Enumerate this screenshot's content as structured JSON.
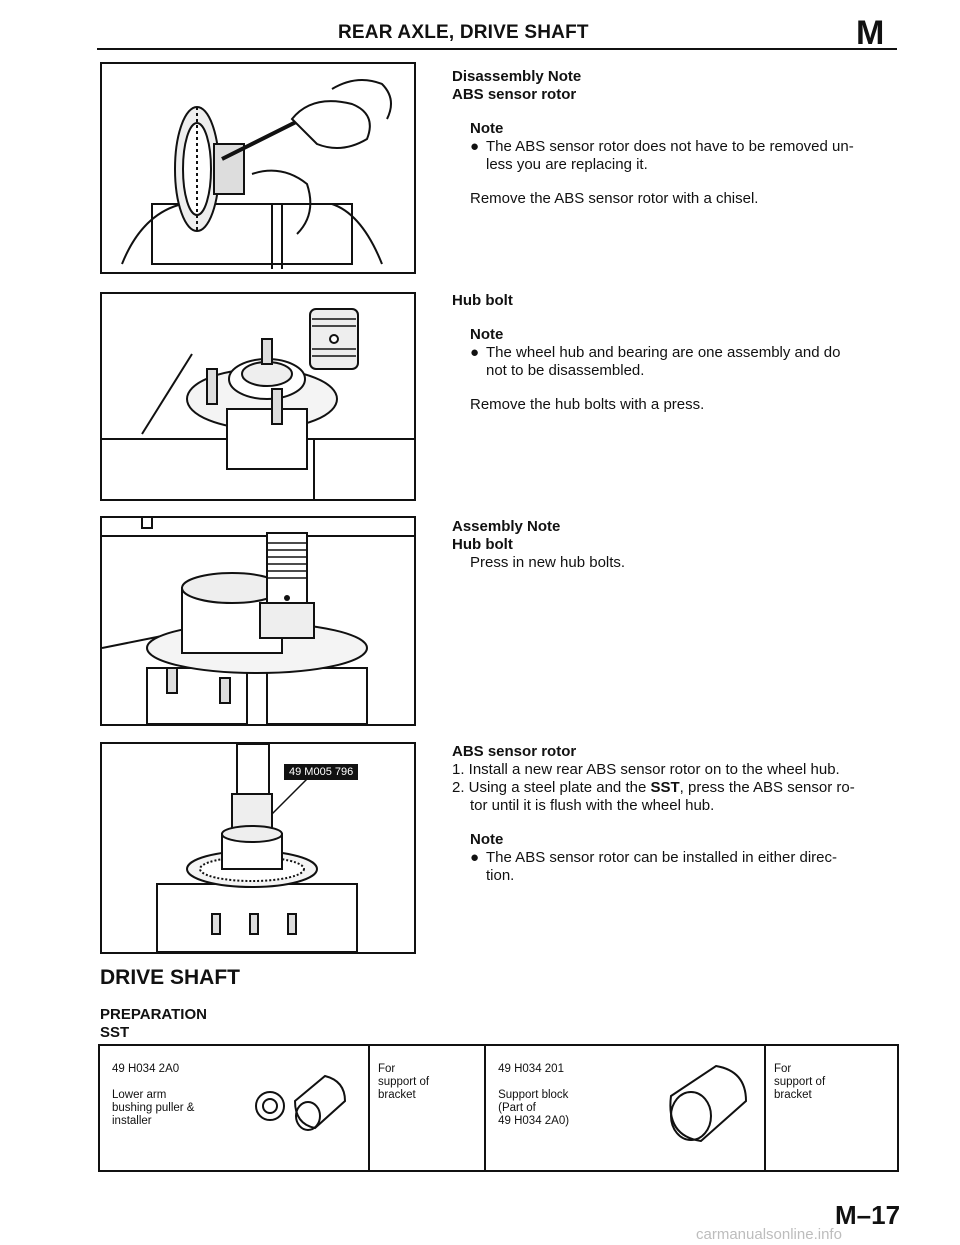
{
  "header": {
    "title": "REAR AXLE, DRIVE SHAFT",
    "section_letter": "M"
  },
  "disassembly": {
    "heading": "Disassembly Note",
    "subheading": "ABS sensor rotor",
    "note_label": "Note",
    "note_text_1": "The ABS sensor rotor does not have to be removed un-",
    "note_text_2": "less you are replacing it.",
    "body": "Remove the ABS sensor rotor with a chisel."
  },
  "hub_bolt": {
    "heading": "Hub bolt",
    "note_label": "Note",
    "note_text_1": "The wheel hub and bearing are one assembly and do",
    "note_text_2": "not to be disassembled.",
    "body": "Remove the hub bolts with a press."
  },
  "assembly": {
    "heading": "Assembly Note",
    "subheading": "Hub bolt",
    "body": "Press in new hub bolts."
  },
  "abs_install": {
    "heading": "ABS sensor rotor",
    "step_1": "1. Install a new rear ABS sensor rotor on to the wheel hub.",
    "step_2_a": "2. Using a steel plate and the ",
    "step_2_sst": "SST",
    "step_2_b": ", press the ABS sensor ro-",
    "step_2_c": "tor until it is flush with the wheel hub.",
    "note_label": "Note",
    "note_text_1": "The ABS sensor rotor can be installed in either direc-",
    "note_text_2": "tion."
  },
  "figure_label": "49 M005 796",
  "drive_shaft": {
    "title": "DRIVE SHAFT",
    "preparation": "PREPARATION",
    "sst": "SST"
  },
  "sst_table": [
    {
      "part_no": "49 H034 2A0",
      "name_1": "Lower arm",
      "name_2": "bushing puller &",
      "name_3": "installer",
      "use_1": "For",
      "use_2": "support of",
      "use_3": "bracket"
    },
    {
      "part_no": "49 H034 201",
      "name_1": "Support block",
      "name_2": "(Part of",
      "name_3": "49 H034 2A0)",
      "use_1": "For",
      "use_2": "support of",
      "use_3": "bracket"
    }
  ],
  "page_number": "M–17",
  "watermark": "carmanualsonline.info"
}
